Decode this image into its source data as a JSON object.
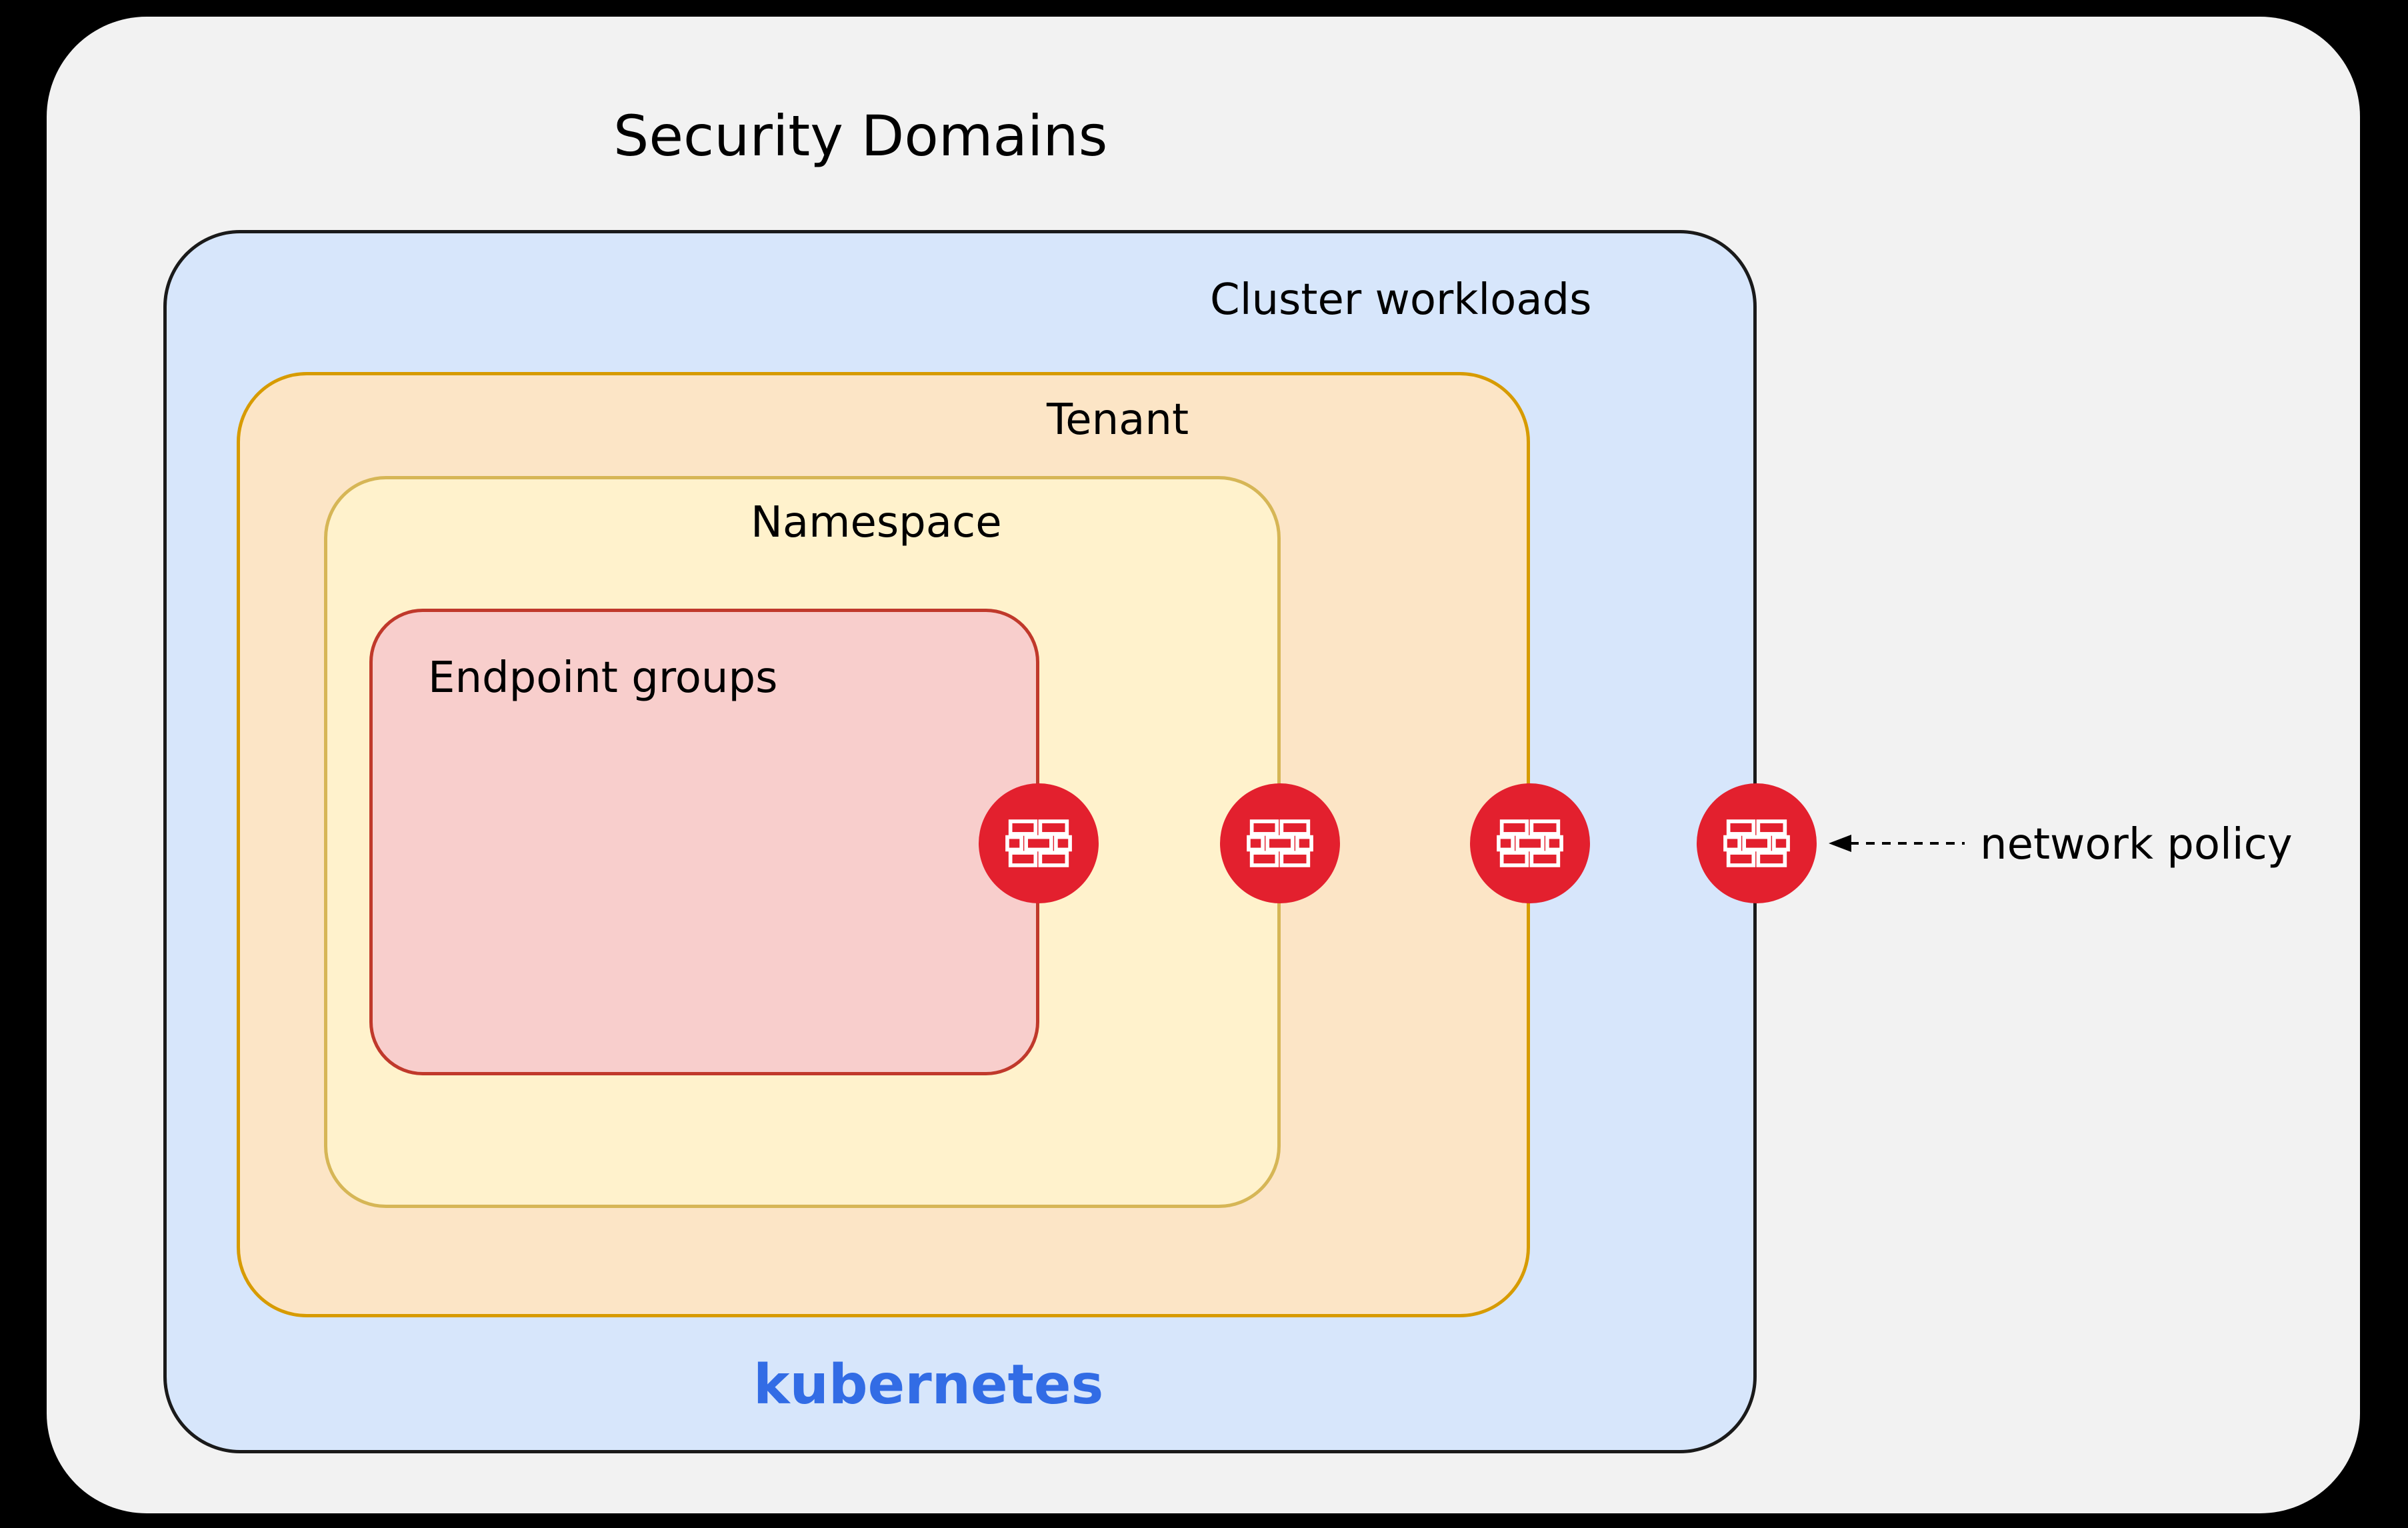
{
  "title": "Security Domains",
  "boxes": {
    "cluster": {
      "label": "Cluster workloads"
    },
    "tenant": {
      "label": "Tenant"
    },
    "namespace": {
      "label": "Namespace"
    },
    "endpoint_groups": {
      "label": "Endpoint groups"
    }
  },
  "footer_label": "kubernetes",
  "annotation": {
    "label": "network policy"
  },
  "firewall_boundaries": [
    "endpoint-groups-boundary",
    "namespace-boundary",
    "tenant-boundary",
    "cluster-boundary"
  ],
  "icons": {
    "firewall": "firewall-icon",
    "arrow": "dashed-left-arrow"
  },
  "colors": {
    "background": "#000000",
    "panel": "#f2f2f2",
    "cluster_fill": "#d7e6fb",
    "cluster_border": "#1a1a1a",
    "tenant_fill": "#fce5c6",
    "tenant_border": "#d79b00",
    "namespace_fill": "#fff2cc",
    "namespace_border": "#d6b656",
    "endpoint_fill": "#f8cecc",
    "endpoint_border": "#c0392b",
    "firewall_red": "#e3202e",
    "kubernetes_blue": "#326ce5",
    "text": "#000000"
  }
}
